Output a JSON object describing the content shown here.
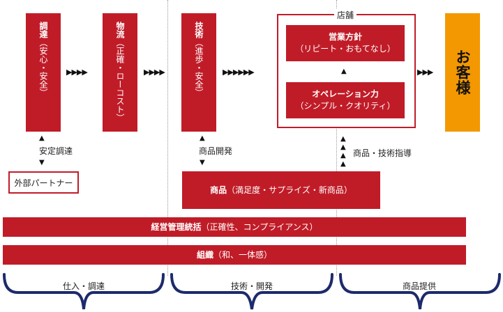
{
  "procurement": {
    "title": "調達",
    "sub": "（安心・安全）"
  },
  "logistics": {
    "title": "物流",
    "sub": "（正確・ローコスト）"
  },
  "technology": {
    "title": "技術",
    "sub": "（進歩・安全）"
  },
  "store": {
    "label": "店舗",
    "policy": {
      "title": "営業方針",
      "sub": "（リピート・おもてなし）"
    },
    "operation": {
      "title": "オペレーション力",
      "sub": "（シンプル・クオリティ）"
    }
  },
  "customer": "お客様",
  "links": {
    "stable_procurement": "安定調達",
    "product_development": "商品開発",
    "guidance": "商品・技術指導"
  },
  "partner": "外部パートナー",
  "product": {
    "title": "商品",
    "sub": "（満足度・サプライズ・新商品）"
  },
  "management": {
    "title": "経営管理統括",
    "sub": "（正確性、コンプライアンス）"
  },
  "organization": {
    "title": "組織",
    "sub": "（和、一体感）"
  },
  "phases": [
    "仕入・調達",
    "技術・開発",
    "商品提供"
  ],
  "colors": {
    "accent_red": "#c01c28",
    "customer_orange": "#f39800",
    "bracket_navy": "#1d2a6b"
  }
}
